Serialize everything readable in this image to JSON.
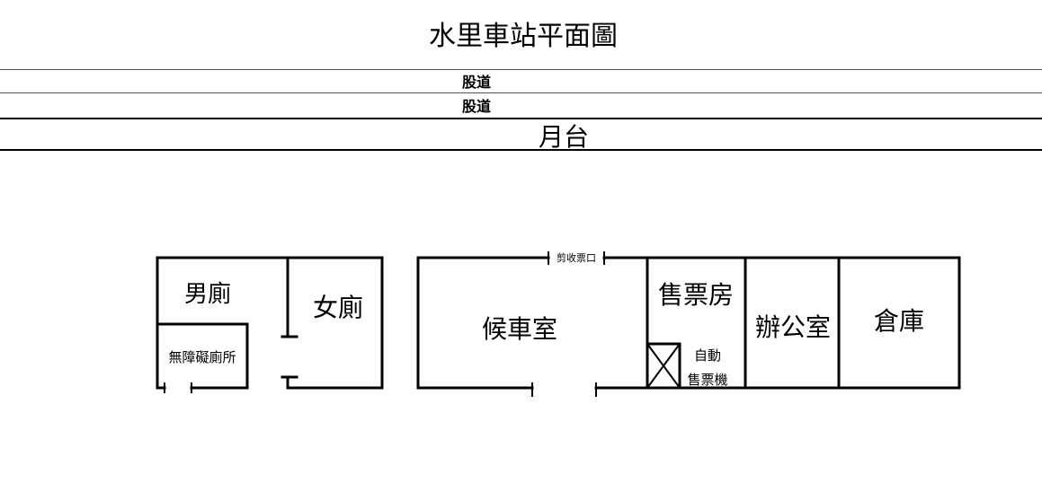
{
  "title": "水里車站平面圖",
  "tracks": [
    "股道",
    "股道"
  ],
  "platform": "月台",
  "rooms": {
    "mens_toilet": "男廁",
    "womens_toilet": "女廁",
    "accessible_toilet": "無障礙廁所",
    "waiting_room": "候車室",
    "ticket_gate": "剪收票口",
    "ticket_office": "售票房",
    "vending_machine_line1": "自動",
    "vending_machine_line2": "售票機",
    "office": "辦公室",
    "warehouse": "倉庫"
  },
  "colors": {
    "line": "#000000",
    "thin_line": "#444444",
    "background": "#ffffff"
  }
}
